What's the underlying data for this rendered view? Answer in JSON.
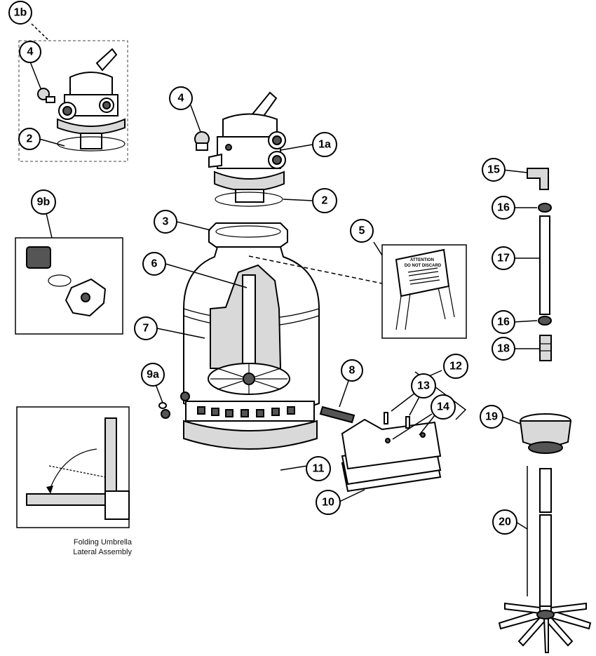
{
  "callouts": [
    {
      "id": "1b",
      "label": "1b"
    },
    {
      "id": "4-top",
      "label": "4"
    },
    {
      "id": "2-top",
      "label": "2"
    },
    {
      "id": "4-main",
      "label": "4"
    },
    {
      "id": "1a",
      "label": "1a"
    },
    {
      "id": "2-main",
      "label": "2"
    },
    {
      "id": "9b",
      "label": "9b"
    },
    {
      "id": "3",
      "label": "3"
    },
    {
      "id": "5",
      "label": "5"
    },
    {
      "id": "6",
      "label": "6"
    },
    {
      "id": "7",
      "label": "7"
    },
    {
      "id": "9a",
      "label": "9a"
    },
    {
      "id": "8",
      "label": "8"
    },
    {
      "id": "12",
      "label": "12"
    },
    {
      "id": "13",
      "label": "13"
    },
    {
      "id": "14",
      "label": "14"
    },
    {
      "id": "11",
      "label": "11"
    },
    {
      "id": "10",
      "label": "10"
    },
    {
      "id": "15",
      "label": "15"
    },
    {
      "id": "16-top",
      "label": "16"
    },
    {
      "id": "17",
      "label": "17"
    },
    {
      "id": "16-bot",
      "label": "16"
    },
    {
      "id": "18",
      "label": "18"
    },
    {
      "id": "19",
      "label": "19"
    },
    {
      "id": "20",
      "label": "20"
    }
  ],
  "sign": {
    "line1": "ATTENTION",
    "line2": "DO NOT DISCARD"
  },
  "inset_caption": {
    "line1": "Folding Umbrella",
    "line2": "Lateral Assembly"
  }
}
